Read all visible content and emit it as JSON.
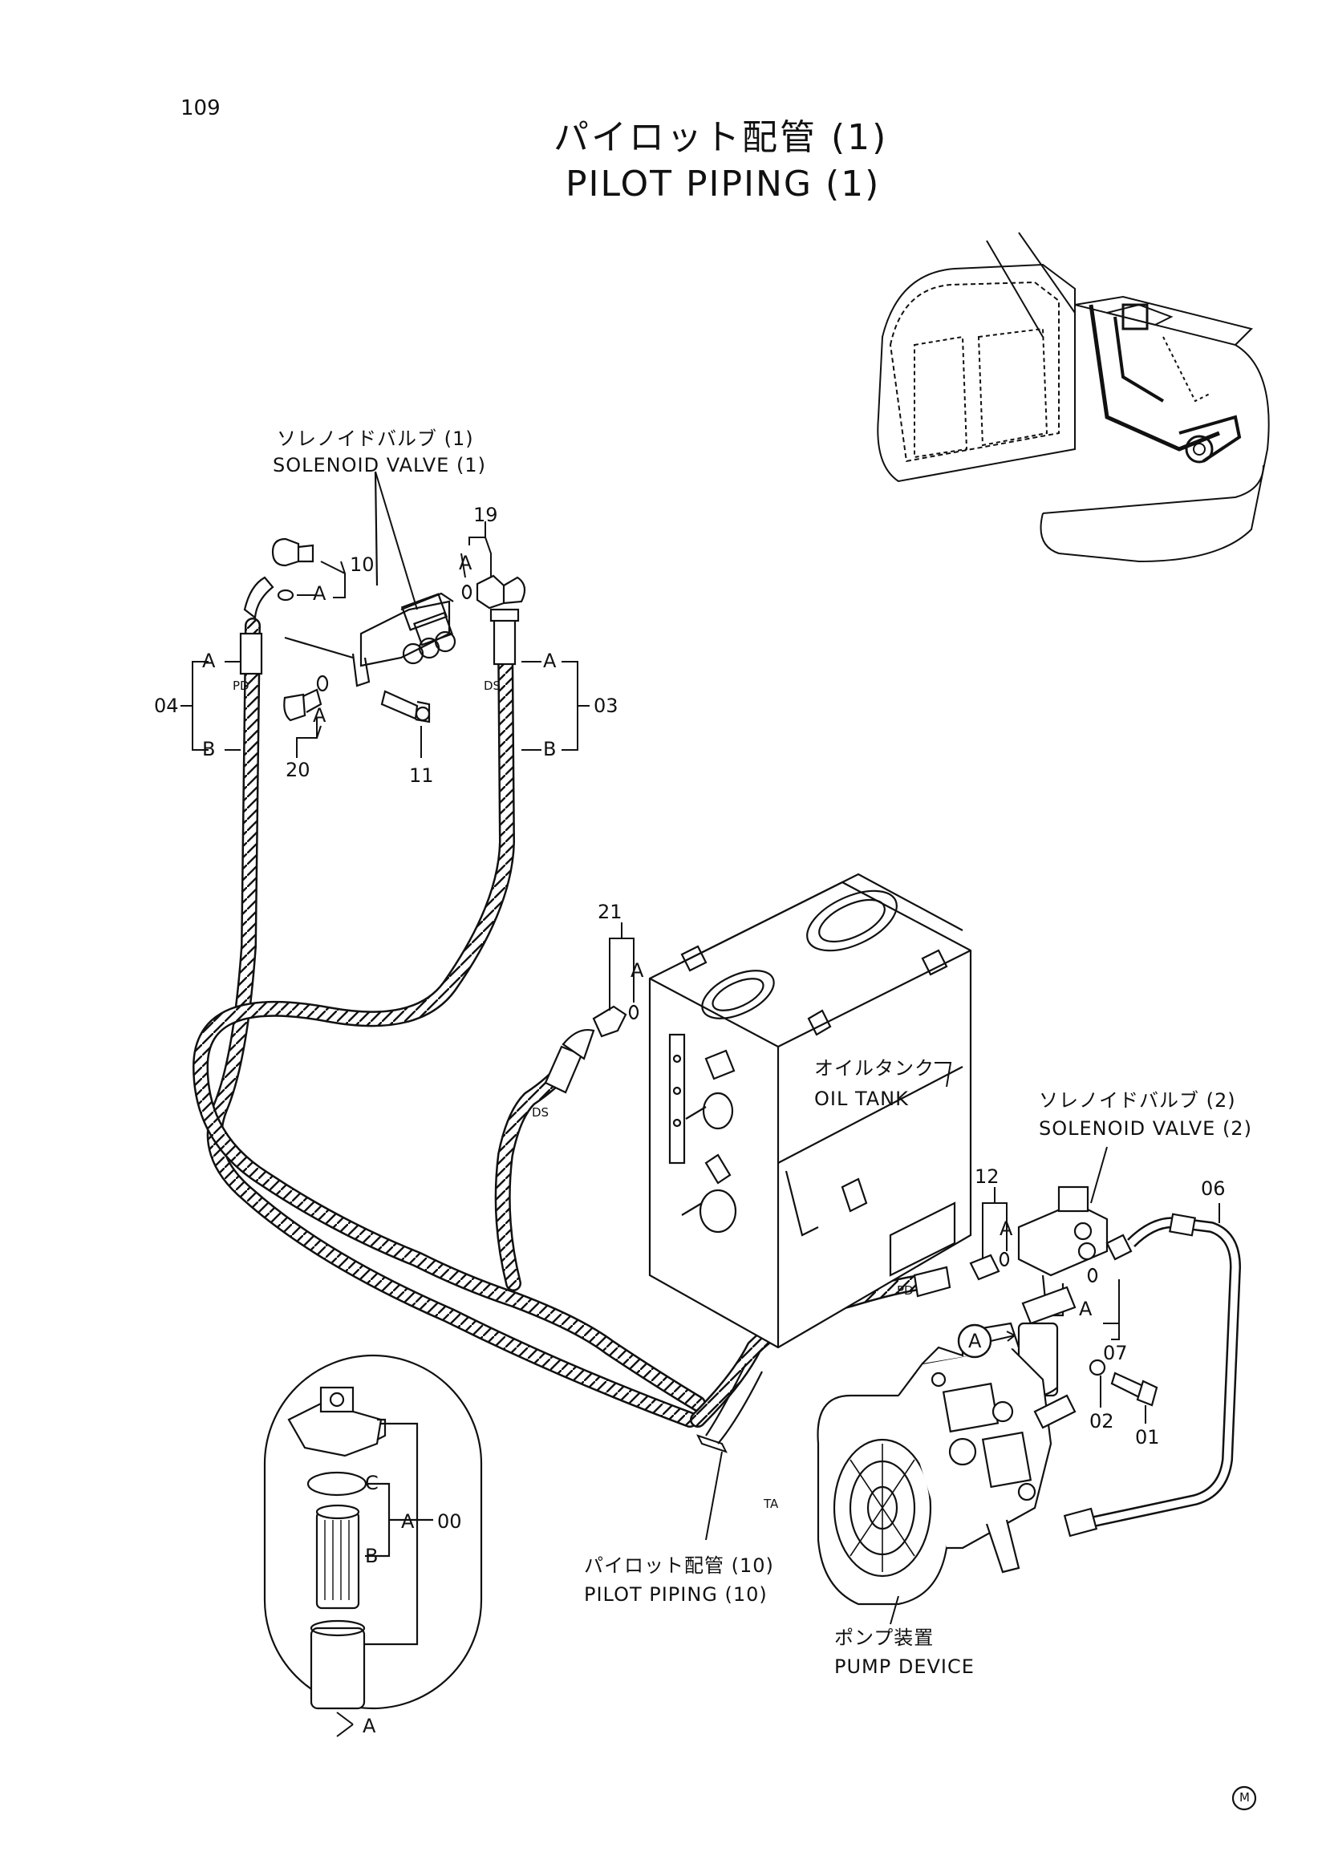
{
  "page_number": "109",
  "title": {
    "ja": "パイロット配管 (1)",
    "en": "PILOT PIPING (1)"
  },
  "components": {
    "solenoid_valve_1": {
      "ja": "ソレノイドバルブ (1)",
      "en": "SOLENOID VALVE (1)"
    },
    "solenoid_valve_2": {
      "ja": "ソレノイドバルブ (2)",
      "en": "SOLENOID VALVE (2)"
    },
    "oil_tank": {
      "ja": "オイルタンク",
      "en": "OIL TANK"
    },
    "pilot_piping_10": {
      "ja": "パイロット配管 (10)",
      "en": "PILOT PIPING (10)"
    },
    "pump_device": {
      "ja": "ポンプ装置",
      "en": "PUMP DEVICE"
    }
  },
  "part_callouts": {
    "p19": "19",
    "p10": "10",
    "p04": "04",
    "p20": "20",
    "p11": "11",
    "p03": "03",
    "p21": "21",
    "p12": "12",
    "p06": "06",
    "p07": "07",
    "p02": "02",
    "p01": "01",
    "p00": "00"
  },
  "letters": {
    "a": "A",
    "b": "B",
    "c": "C"
  },
  "hose_marks": {
    "pd": "PD",
    "ds": "DS",
    "ta": "TA"
  },
  "detail_ref": "A",
  "footer_mark": "M"
}
